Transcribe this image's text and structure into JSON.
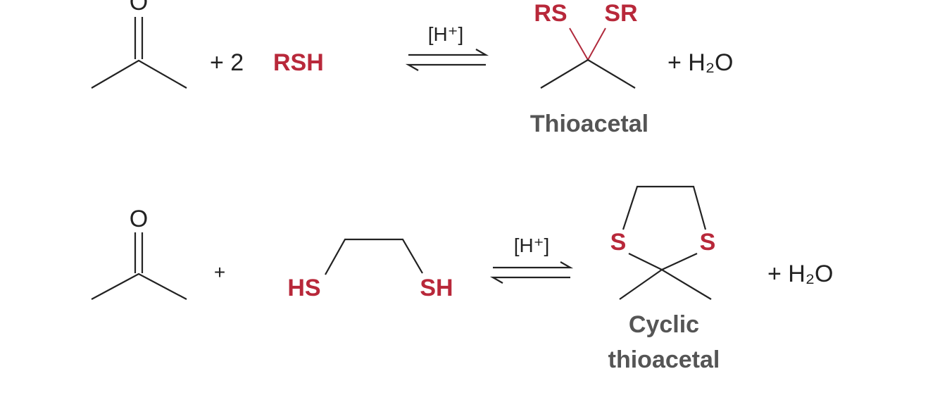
{
  "reaction1": {
    "reactant_atom": "O",
    "plus_reagent": "+ 2",
    "reagent": "RSH",
    "catalyst": "[H⁺]",
    "product_left": "RS",
    "product_right": "SR",
    "byproduct": "+ H₂O",
    "product_label": "Thioacetal"
  },
  "reaction2": {
    "reactant_atom": "O",
    "plus": "+",
    "reagent_left": "HS",
    "reagent_right": "SH",
    "catalyst": "[H⁺]",
    "product_s_left": "S",
    "product_s_right": "S",
    "byproduct": "+ H₂O",
    "product_label_line1": "Cyclic",
    "product_label_line2": "thioacetal"
  },
  "colors": {
    "sulfur_highlight": "#b8283a",
    "label": "#555555",
    "bonds": "#222222"
  }
}
